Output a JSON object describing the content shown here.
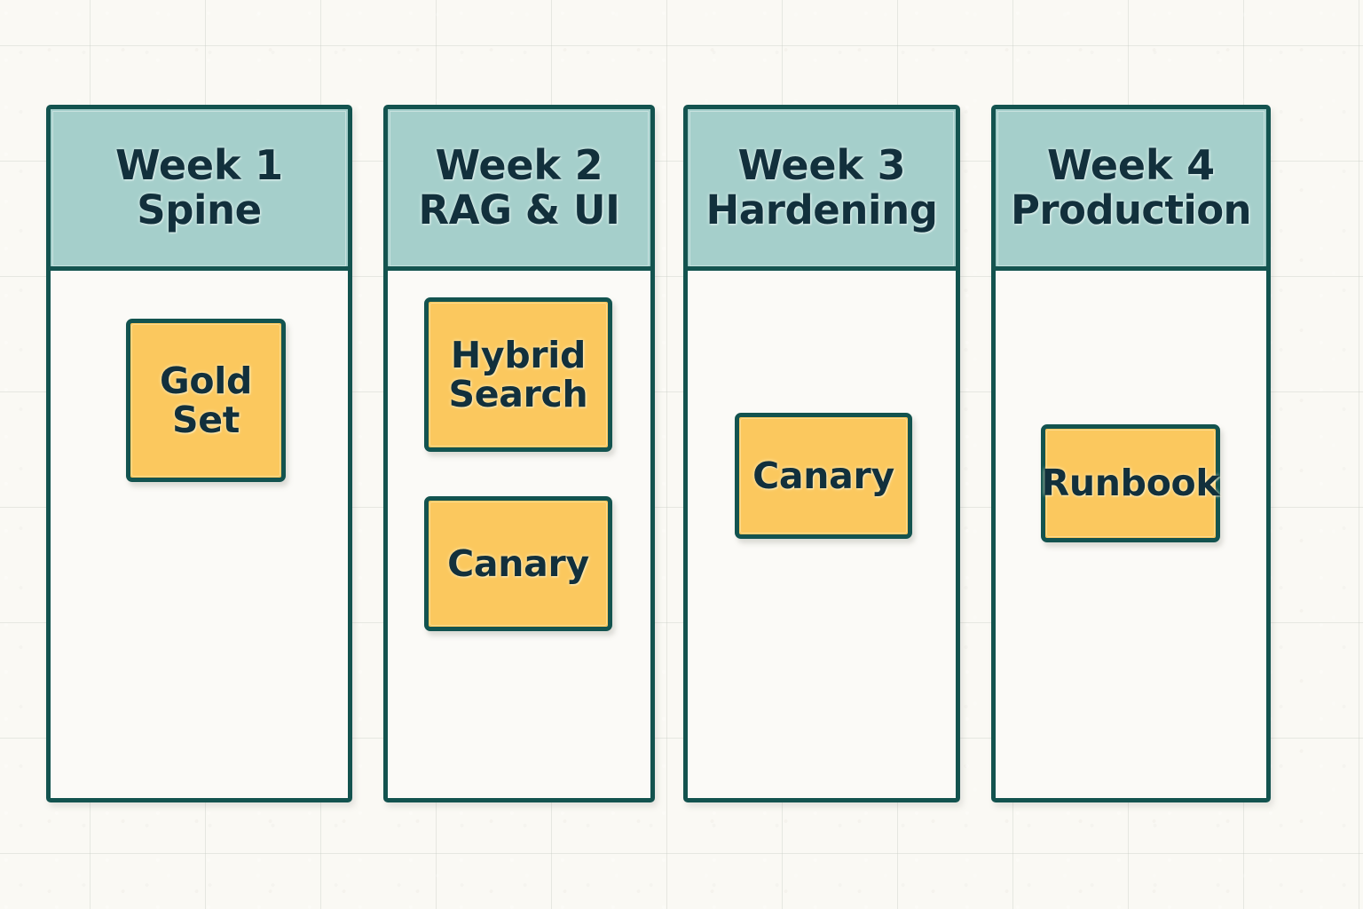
{
  "board": {
    "background_color": "#faf9f4",
    "grid_line_color": "#c8cdc6",
    "header_fill": "#a5cfcb",
    "card_fill": "#fbc85e",
    "border_color": "#13534f",
    "text_color": "#12303c",
    "columns": [
      {
        "id": "week-1",
        "week_label": "Week 1",
        "theme_label": "Spine",
        "cards": [
          {
            "id": "gold-set",
            "lines": [
              "Gold",
              "Set"
            ]
          }
        ]
      },
      {
        "id": "week-2",
        "week_label": "Week 2",
        "theme_label": "RAG & UI",
        "cards": [
          {
            "id": "hybrid-search",
            "lines": [
              "Hybrid",
              "Search"
            ]
          },
          {
            "id": "canary-w2",
            "lines": [
              "Canary"
            ]
          }
        ]
      },
      {
        "id": "week-3",
        "week_label": "Week 3",
        "theme_label": "Hardening",
        "cards": [
          {
            "id": "canary-w3",
            "lines": [
              "Canary"
            ]
          }
        ]
      },
      {
        "id": "week-4",
        "week_label": "Week 4",
        "theme_label": "Production",
        "cards": [
          {
            "id": "runbook",
            "lines": [
              "Runbook"
            ]
          }
        ]
      }
    ]
  }
}
